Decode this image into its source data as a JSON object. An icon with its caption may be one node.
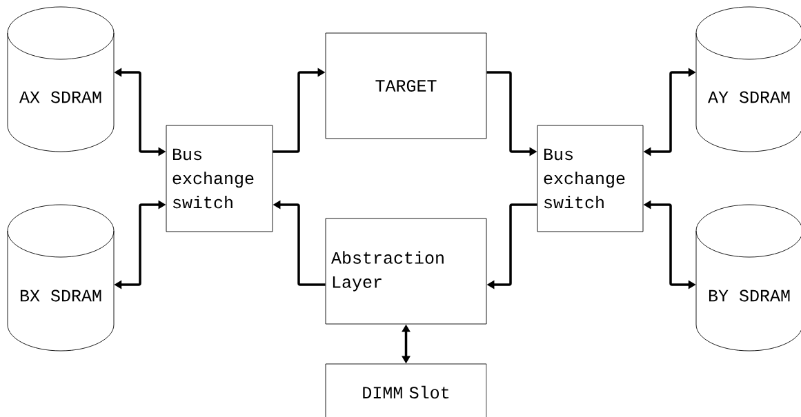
{
  "diagram": {
    "nodes": [
      {
        "text": [
          "AX SDRAM"
        ]
      },
      {
        "text": [
          "TARGET"
        ]
      },
      {
        "text": [
          "AY SDRAM"
        ]
      },
      {
        "text": [
          "Bus exchange switch"
        ]
      },
      {
        "text": [
          "Bus exchange switch"
        ]
      },
      {
        "text": [
          "BX SDRAM"
        ]
      },
      {
        "text": [
          "Abstraction Layer"
        ]
      },
      {
        "text": [
          "BY SDRAM"
        ]
      },
      {
        "text": [
          "DIMM Slot"
        ]
      }
    ],
    "edges": [
      {
        "from": 0,
        "to": 3,
        "arrow": "both"
      },
      {
        "from": 3,
        "to": 1,
        "arrow": "to"
      },
      {
        "from": 1,
        "to": 4,
        "arrow": "to"
      },
      {
        "from": 2,
        "to": 4,
        "arrow": "both"
      },
      {
        "from": 5,
        "to": 3,
        "arrow": "both"
      },
      {
        "from": 6,
        "to": 3,
        "arrow": "to"
      },
      {
        "from": 4,
        "to": 6,
        "arrow": "to"
      },
      {
        "from": 7,
        "to": 4,
        "arrow": "both"
      },
      {
        "from": 6,
        "to": 8,
        "arrow": "both"
      }
    ]
  }
}
